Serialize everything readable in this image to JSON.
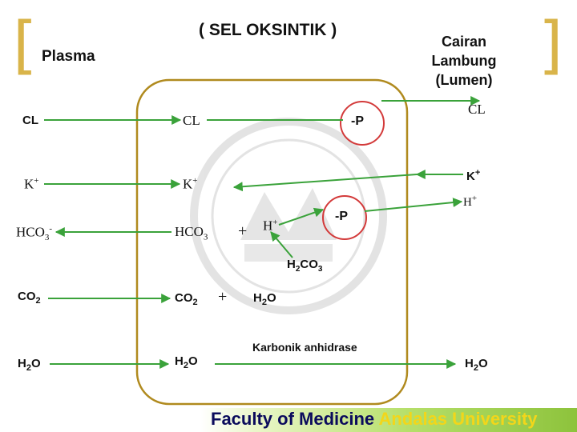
{
  "title": "( SEL OKSINTIK )",
  "plasma_label": "Plasma",
  "lumen_label": [
    "Cairan",
    "Lambung",
    "(Lumen)"
  ],
  "plasma_side": {
    "cl": "CL",
    "k_base": "K",
    "k_sup": "+",
    "hco3_base": "HCO",
    "hco3_sub": "3",
    "hco3_sup": "-",
    "co2_base": "CO",
    "co2_sub": "2",
    "h2o_a": "H",
    "h2o_sub": "2",
    "h2o_b": "O"
  },
  "cell": {
    "cl": "CL",
    "pump_top": "-P",
    "k_base": "K",
    "k_sup": "+",
    "hco3_base": "HCO",
    "hco3_sub": "3",
    "plus": "+",
    "h_base": "H",
    "h_sup": "+",
    "pump_mid": "-P",
    "h2co3_a": "H",
    "h2co3_sub1": "2",
    "h2co3_b": "CO",
    "h2co3_sub2": "3",
    "co2_base": "CO",
    "co2_sub": "2",
    "plus2": "+",
    "h2o_a": "H",
    "h2o_sub": "2",
    "h2o_b": "O",
    "enzyme": "Karbonik anhidrase",
    "h2o_bottom_a": "H",
    "h2o_bottom_sub": "2",
    "h2o_bottom_b": "O"
  },
  "lumen_side": {
    "cl": "CL",
    "k_base": "K",
    "k_sup": "+",
    "h_base": "H",
    "h_sup": "+",
    "h2o_a": "H",
    "h2o_sub": "2",
    "h2o_b": "O"
  },
  "footer": {
    "part1": "Faculty of Medicine ",
    "part2": "Andalas University"
  },
  "colors": {
    "arrow": "#3aa23a",
    "cell_border": "#b08a1e",
    "pump_border": "#d33a3a",
    "bracket": "#d9b44a"
  }
}
